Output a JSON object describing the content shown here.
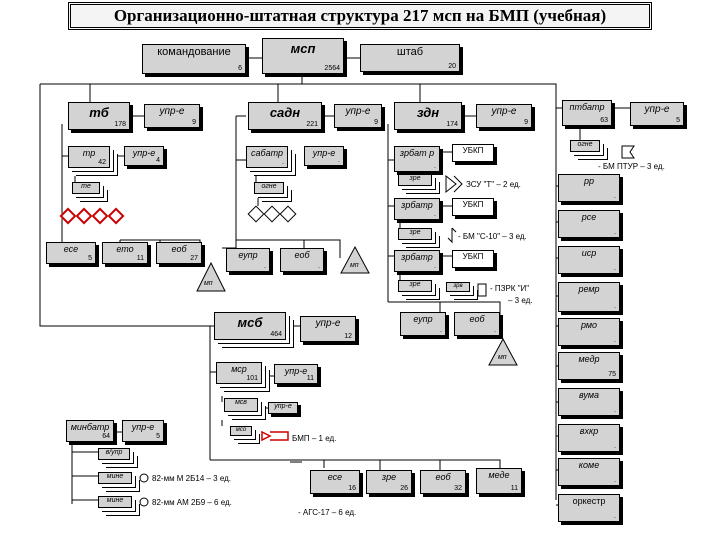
{
  "title": "Организационно-штатная структура 217 мсп на БМП (учебная)",
  "top": {
    "cmd": {
      "label": "командование",
      "num": "6"
    },
    "msp": {
      "label": "мсп",
      "num": "2564"
    },
    "hq": {
      "label": "штаб",
      "num": "20"
    }
  },
  "tb": {
    "label": "тб",
    "num": "178",
    "upr": {
      "label": "упр-е",
      "num": "9"
    },
    "tr": {
      "label": "тр",
      "num": "42"
    },
    "tr_upr": {
      "label": "упр-е",
      "num": "4"
    },
    "te": "те",
    "ese": {
      "label": "есе",
      "num": "5"
    },
    "eto": {
      "label": "ето",
      "num": "11"
    },
    "eob": {
      "label": "еоб",
      "num": "27"
    },
    "mp": "мп"
  },
  "sadn": {
    "label": "садн",
    "num": "221",
    "upr": {
      "label": "упр-е",
      "num": "9"
    },
    "sabatr": {
      "label": "сабатр",
      "num": "."
    },
    "sabatr_upr": {
      "label": "упр-е",
      "num": "."
    },
    "ogne": "огне",
    "eupr": {
      "label": "еупр",
      "num": "."
    },
    "eob": {
      "label": "еоб",
      "num": "."
    },
    "mp": "мп"
  },
  "zdn": {
    "label": "здн",
    "num": "174",
    "upr": {
      "label": "упр-е",
      "num": "9"
    },
    "zrbatr1": {
      "label": "зрбат р",
      "num": "."
    },
    "ubkp1": "УБКП",
    "zre1": "зре",
    "zsu_note": "ЗСУ \"Т\" – 2 ед.",
    "zrbatr2": {
      "label": "зрбатр",
      "num": "."
    },
    "ubkp2": "УБКП",
    "zre2": "зре",
    "s10_note": "- БМ \"С-10\" – 3 ед.",
    "zrbatr3": {
      "label": "зрбатр",
      "num": "."
    },
    "ubkp3": "УБКП",
    "zre3": "зре",
    "zre3b": "зрв",
    "pzrk_note1": "- ПЗРК \"И\"",
    "pzrk_note2": "– 3 ед.",
    "eupr": {
      "label": "еупр",
      "num": "."
    },
    "eob": {
      "label": "еоб",
      "num": "."
    },
    "mp": "мп"
  },
  "ptbatr": {
    "label": "птбатр",
    "num": "63",
    "upr": {
      "label": "упр-е",
      "num": "5"
    },
    "ogne": "огне",
    "note": "- БМ ПТУР – 3 ед."
  },
  "right_column": [
    {
      "label": "рр",
      "num": "."
    },
    {
      "label": "рсе",
      "num": "."
    },
    {
      "label": "иср",
      "num": "."
    },
    {
      "label": "ремр",
      "num": "."
    },
    {
      "label": "рмо",
      "num": "."
    },
    {
      "label": "медр",
      "num": "75"
    },
    {
      "label": "вума",
      "num": "."
    },
    {
      "label": "вхкр",
      "num": "."
    },
    {
      "label": "коме",
      "num": "."
    },
    {
      "label": "оркестр",
      "num": "."
    }
  ],
  "msb": {
    "label": "мсб",
    "num": "464",
    "upr": {
      "label": "упр-е",
      "num": "12"
    },
    "msr": {
      "label": "мср",
      "num": "101"
    },
    "msr_upr": {
      "label": "упр-е",
      "num": "11"
    },
    "mse": "мсв",
    "mse_upr": "упр-е",
    "mso": "мсо",
    "bmp_note": "БМП – 1 ед.",
    "ese": {
      "label": "есе",
      "num": "16"
    },
    "zre": {
      "label": "зре",
      "num": "26"
    },
    "eob": {
      "label": "еоб",
      "num": "32"
    },
    "mede": {
      "label": "меде",
      "num": "11"
    },
    "ags_note": "- АГС-17 – 6 ед."
  },
  "minbatr": {
    "label": "минбатр",
    "num": "64",
    "upr": {
      "label": "упр-е",
      "num": "5"
    },
    "vupr": "в/упр",
    "mine1": "мине",
    "mine1_note": "82-мм М 2Б14 – 3 ед.",
    "mine2": "мине",
    "mine2_note": "82-мм АМ 2Б9 – 6 ед."
  }
}
